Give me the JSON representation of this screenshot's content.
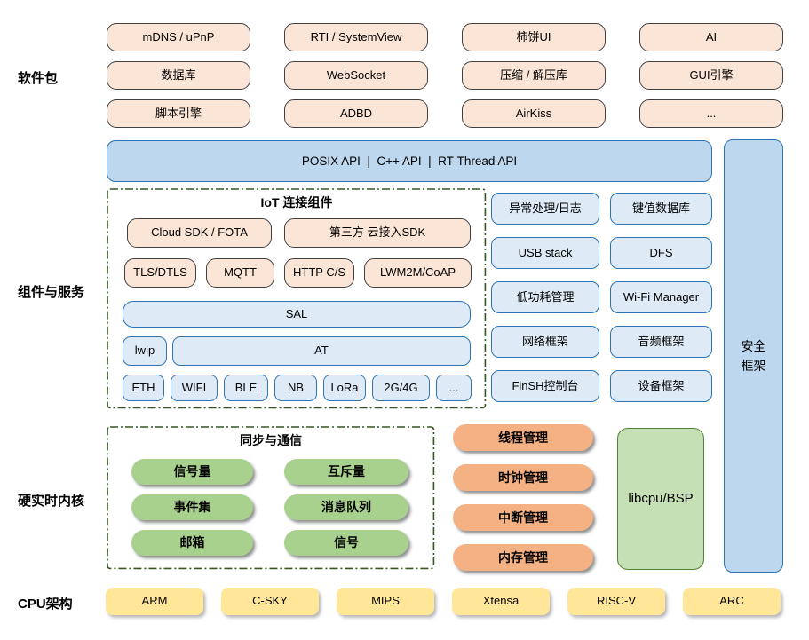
{
  "section_labels": {
    "packages": "软件包",
    "components": "组件与服务",
    "kernel": "硬实时内核",
    "cpu": "CPU架构"
  },
  "packages": {
    "rows": [
      [
        "mDNS / uPnP",
        "RTI / SystemView",
        "柿饼UI",
        "AI"
      ],
      [
        "数据库",
        "WebSocket",
        "压缩 / 解压库",
        "GUI引擎"
      ],
      [
        "脚本引擎",
        "ADBD",
        "AirKiss",
        "..."
      ]
    ]
  },
  "api_bar": {
    "text": "POSIX API  |  C++ API  |  RT-Thread API"
  },
  "iot": {
    "title": "IoT 连接组件",
    "cloud_sdk": "Cloud SDK / FOTA",
    "third_party": "第三方 云接入SDK",
    "protocols": [
      "TLS/DTLS",
      "MQTT",
      "HTTP C/S",
      "LWM2M/CoAP"
    ],
    "sal": "SAL",
    "lwip": "lwip",
    "at": "AT",
    "links": [
      "ETH",
      "WIFI",
      "BLE",
      "NB",
      "LoRa",
      "2G/4G",
      "..."
    ]
  },
  "services": {
    "items": [
      "异常处理/日志",
      "键值数据库",
      "USB stack",
      "DFS",
      "低功耗管理",
      "Wi-Fi Manager",
      "网络框架",
      "音频框架",
      "FinSH控制台",
      "设备框架"
    ]
  },
  "security": {
    "label": "安全\n框架"
  },
  "kernel": {
    "sync_title": "同步与通信",
    "sync_items": [
      "信号量",
      "互斥量",
      "事件集",
      "消息队列",
      "邮箱",
      "信号"
    ],
    "mgmt_items": [
      "线程管理",
      "时钟管理",
      "中断管理",
      "内存管理"
    ],
    "libcpu": "libcpu/BSP"
  },
  "cpu": {
    "items": [
      "ARM",
      "C-SKY",
      "MIPS",
      "Xtensa",
      "RISC-V",
      "ARC"
    ]
  },
  "colors": {
    "peach_fill": "#FBE5D6",
    "peach_border": "#404040",
    "blue_light_fill": "#DEEBF7",
    "blue_mid_fill": "#BDD7EE",
    "blue_border": "#2E74B5",
    "green_pill": "#A9D18E",
    "green_box_fill": "#C5E0B4",
    "green_box_border": "#538135",
    "orange_pill": "#F4B183",
    "yellow_fill": "#FFE699",
    "dash_border": "#375623"
  }
}
